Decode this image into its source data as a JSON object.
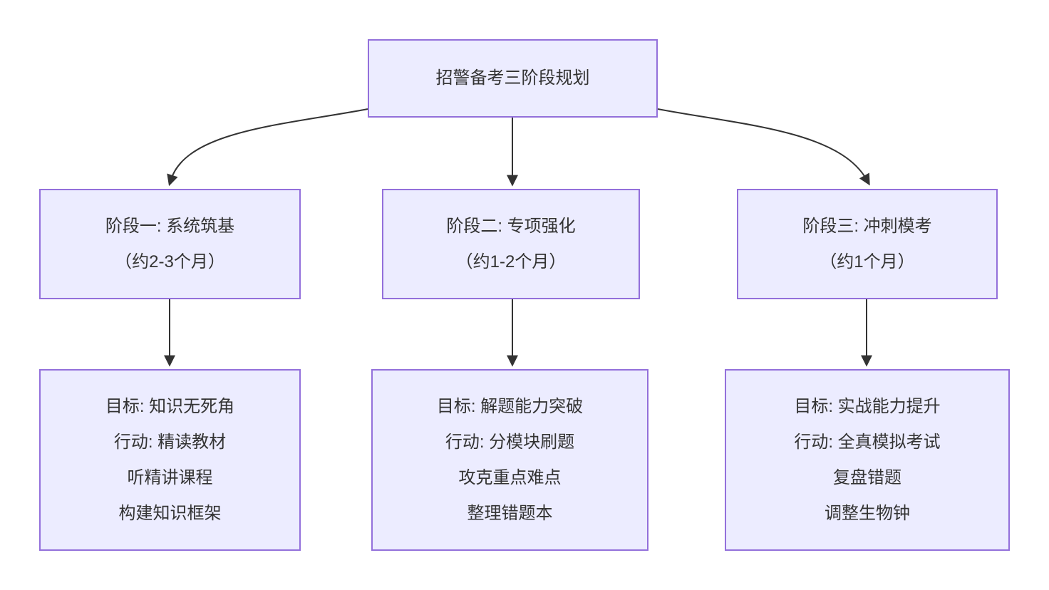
{
  "diagram": {
    "type": "flowchart",
    "direction": "top-down",
    "colors": {
      "node_fill": "#ECECFF",
      "node_border": "#9370DB",
      "edge_stroke": "#333333",
      "text": "#333333",
      "background": "#FFFFFF"
    },
    "nodes": {
      "root": {
        "lines": [
          "招警备考三阶段规划"
        ]
      },
      "stage1": {
        "lines": [
          "阶段一: 系统筑基",
          "（约2-3个月）"
        ]
      },
      "stage2": {
        "lines": [
          "阶段二: 专项强化",
          "（约1-2个月）"
        ]
      },
      "stage3": {
        "lines": [
          "阶段三: 冲刺模考",
          "（约1个月）"
        ]
      },
      "detail1": {
        "lines": [
          "目标: 知识无死角",
          "行动: 精读教材",
          "听精讲课程",
          "构建知识框架"
        ]
      },
      "detail2": {
        "lines": [
          "目标: 解题能力突破",
          "行动: 分模块刷题",
          "攻克重点难点",
          "整理错题本"
        ]
      },
      "detail3": {
        "lines": [
          "目标: 实战能力提升",
          "行动: 全真模拟考试",
          "复盘错题",
          "调整生物钟"
        ]
      }
    },
    "edges": [
      {
        "from": "root",
        "to": "stage1"
      },
      {
        "from": "root",
        "to": "stage2"
      },
      {
        "from": "root",
        "to": "stage3"
      },
      {
        "from": "stage1",
        "to": "detail1"
      },
      {
        "from": "stage2",
        "to": "detail2"
      },
      {
        "from": "stage3",
        "to": "detail3"
      }
    ]
  }
}
